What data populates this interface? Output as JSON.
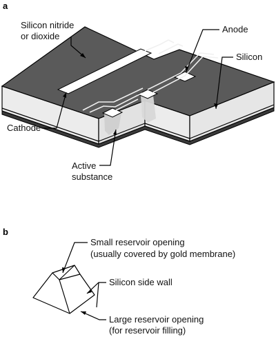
{
  "panel_a": {
    "letter": "a",
    "labels": {
      "nitride_line1": "Silicon nitride",
      "nitride_line2": "or dioxide",
      "anode": "Anode",
      "silicon": "Silicon",
      "cathode": "Cathode",
      "active_line1": "Active",
      "active_line2": "substance"
    }
  },
  "panel_b": {
    "letter": "b",
    "labels": {
      "small_line1": "Small reservoir opening",
      "small_line2": "(usually covered by gold membrane)",
      "side_wall": "Silicon side wall",
      "large_line1": "Large reservoir opening",
      "large_line2": "(for reservoir filling)"
    }
  },
  "colors": {
    "top_surface": "#5a5a5a",
    "side_faces": "#e9e9e9",
    "electrode": "#ffffff",
    "substance": "#cfcfcf",
    "outline": "#000000"
  }
}
